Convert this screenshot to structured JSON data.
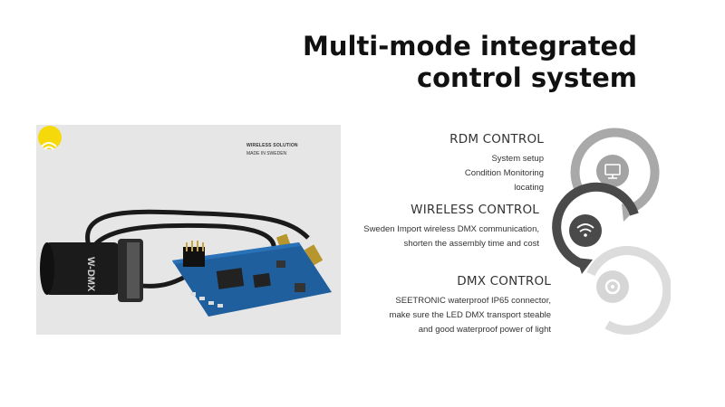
{
  "title": {
    "line1": "Multi-mode integrated",
    "line2": "control system"
  },
  "photo": {
    "brand_line1": "WIRELESS SOLUTION",
    "brand_line2": "MADE IN SWEDEN",
    "connector_label": "W-DMX"
  },
  "sections": [
    {
      "heading": "RDM CONTROL",
      "lines": [
        "System setup",
        "Condition Monitoring",
        "locating"
      ],
      "icon": "monitor-icon"
    },
    {
      "heading": "WIRELESS CONTROL",
      "lines": [
        "Sweden Import wireless DMX communication,",
        "shorten the assembly time and cost"
      ],
      "icon": "wifi-icon"
    },
    {
      "heading": "DMX CONTROL",
      "lines": [
        "SEETRONIC waterproof IP65 connector,",
        "make sure the LED DMX transport steable",
        "and good waterproof power of light"
      ],
      "icon": "dmx-icon"
    }
  ],
  "colors": {
    "ring_top": "#a9a9a9",
    "ring_mid": "#4a4a4a",
    "ring_bottom": "#dcdcdc",
    "logo_yellow": "#f5d90a",
    "pcb_blue": "#1f5f9e"
  }
}
